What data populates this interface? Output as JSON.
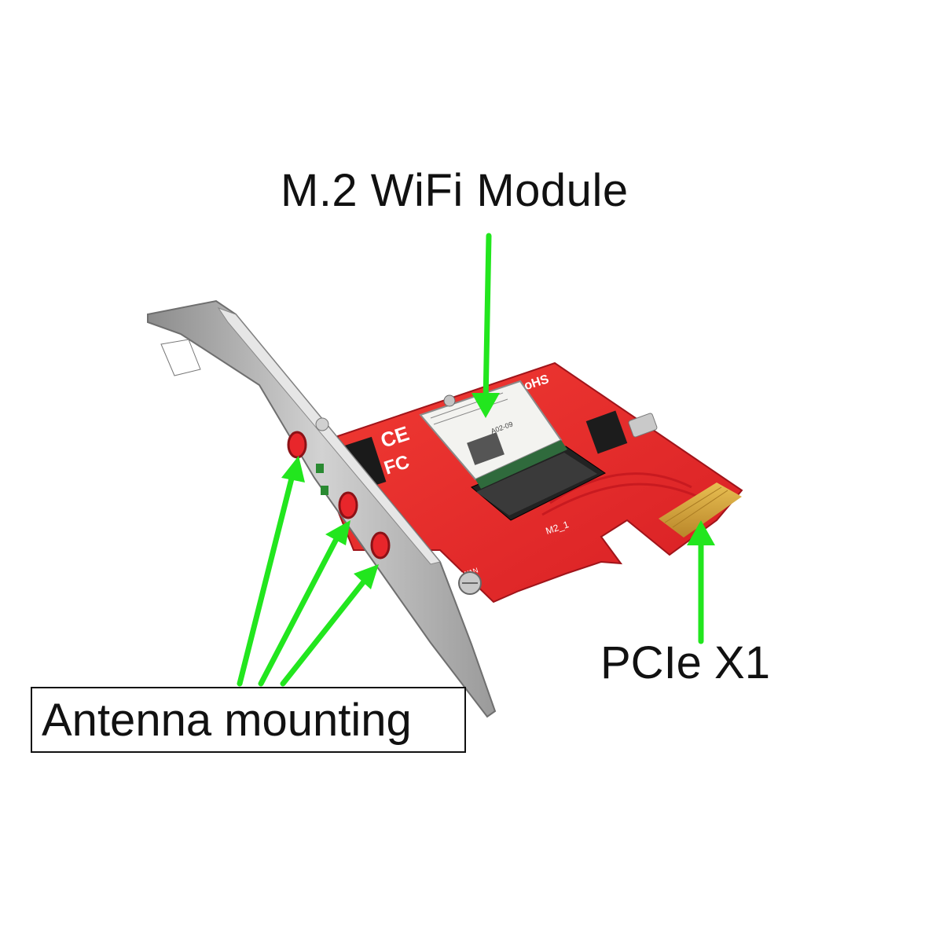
{
  "callouts": {
    "wifi_module": "M.2 WiFi Module",
    "pcie": "PCIe X1",
    "antenna": "Antenna mounting"
  },
  "board_markings": {
    "rohs": "RoHS",
    "ce": "CE",
    "fc": "FC",
    "slot": "M2_1",
    "made_in": "IN TAIWAN",
    "module_code": "A02-09"
  },
  "colors": {
    "pcb_red": "#e8262b",
    "arrow_green": "#22e61e",
    "bracket_silver": "#b8b8b8",
    "gold_fingers": "#d9a93a"
  }
}
